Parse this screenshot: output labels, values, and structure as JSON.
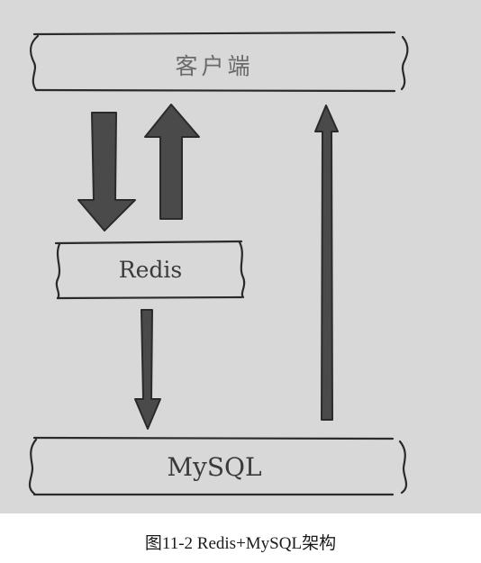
{
  "diagram": {
    "nodes": {
      "client": {
        "label": "客户端"
      },
      "redis": {
        "label": "Redis"
      },
      "mysql": {
        "label": "MySQL"
      }
    },
    "edges": [
      {
        "from": "client",
        "to": "redis"
      },
      {
        "from": "redis",
        "to": "client"
      },
      {
        "from": "redis",
        "to": "mysql"
      },
      {
        "from": "mysql",
        "to": "client"
      }
    ]
  },
  "caption": "图11-2    Redis+MySQL架构",
  "colors": {
    "background": "#d8d8d8",
    "stroke": "#2a2a2a",
    "arrow": "#4a4a4a"
  }
}
